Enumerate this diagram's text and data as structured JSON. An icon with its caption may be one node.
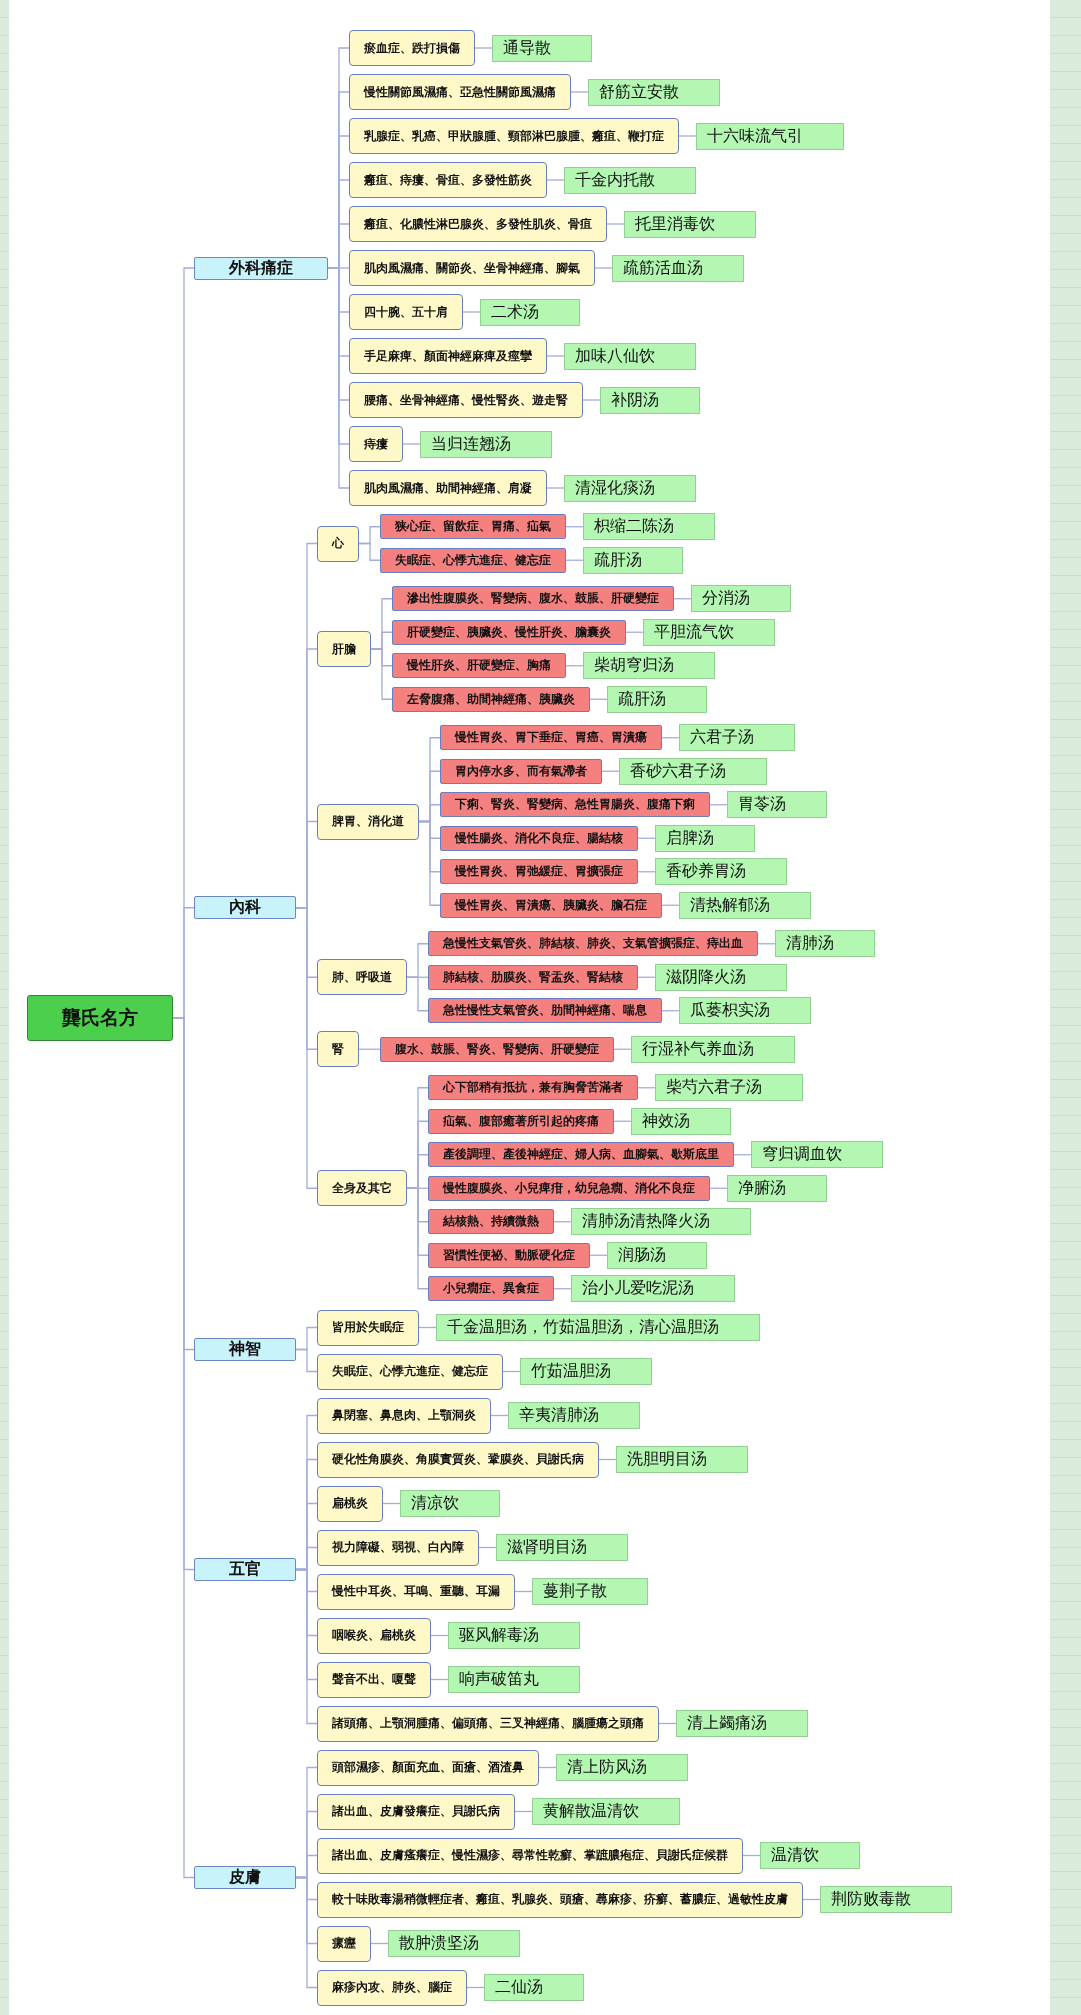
{
  "diagram": {
    "nodes": [
      {
        "text": [
          "龔氏名方"
        ]
      },
      {
        "text": [
          "外科痛症"
        ]
      },
      {
        "text": [
          "瘀血症、跌打損傷"
        ]
      },
      {
        "text": [
          "通导散"
        ]
      },
      {
        "text": [
          "慢性關節風濕痛、亞急性關節風濕痛"
        ]
      },
      {
        "text": [
          "舒筋立安散"
        ]
      },
      {
        "text": [
          "乳腺症、乳癌、甲狀腺腫、頸部淋巴腺腫、癰疽、鞭打症"
        ]
      },
      {
        "text": [
          "十六味流气引"
        ]
      },
      {
        "text": [
          "癰疽、痔瘻、骨疽、多發性筋炎"
        ]
      },
      {
        "text": [
          "千金内托散"
        ]
      },
      {
        "text": [
          "癰疽、化膿性淋巴腺炎、多發性肌炎、骨疽"
        ]
      },
      {
        "text": [
          "托里消毒饮"
        ]
      },
      {
        "text": [
          "肌肉風濕痛、關節炎、坐骨神經痛、腳氣"
        ]
      },
      {
        "text": [
          "疏筋活血汤"
        ]
      },
      {
        "text": [
          "四十腕、五十肩"
        ]
      },
      {
        "text": [
          "二术汤"
        ]
      },
      {
        "text": [
          "手足麻痺、顏面神經麻痺及痙攣"
        ]
      },
      {
        "text": [
          "加味八仙饮"
        ]
      },
      {
        "text": [
          "腰痛、坐骨神經痛、慢性腎炎、遊走腎"
        ]
      },
      {
        "text": [
          "补阴汤"
        ]
      },
      {
        "text": [
          "痔瘻"
        ]
      },
      {
        "text": [
          "当归连翘汤"
        ]
      },
      {
        "text": [
          "肌肉風濕痛、助間神經痛、肩凝"
        ]
      },
      {
        "text": [
          "清湿化痰汤"
        ]
      },
      {
        "text": [
          "內科"
        ]
      },
      {
        "text": [
          "心"
        ]
      },
      {
        "text": [
          "狭心症、留飲症、胃痛、疝氣"
        ]
      },
      {
        "text": [
          "枳缩二陈汤"
        ]
      },
      {
        "text": [
          "失眠症、心悸亢進症、健忘症"
        ]
      },
      {
        "text": [
          "疏肝汤"
        ]
      },
      {
        "text": [
          "肝膽"
        ]
      },
      {
        "text": [
          "滲出性腹膜炎、腎變病、腹水、鼓脹、肝硬變症"
        ]
      },
      {
        "text": [
          "分消汤"
        ]
      },
      {
        "text": [
          "肝硬變症、胰臟炎、慢性肝炎、膽囊炎"
        ]
      },
      {
        "text": [
          "平胆流气饮"
        ]
      },
      {
        "text": [
          "慢性肝炎、肝硬變症、胸痛"
        ]
      },
      {
        "text": [
          "柴胡穹归汤"
        ]
      },
      {
        "text": [
          "左脅腹痛、助間神經痛、胰臟炎"
        ]
      },
      {
        "text": [
          "疏肝汤"
        ]
      },
      {
        "text": [
          "脾胃、消化道"
        ]
      },
      {
        "text": [
          "慢性胃炎、胃下垂症、胃癌、胃潰瘍"
        ]
      },
      {
        "text": [
          "六君子汤"
        ]
      },
      {
        "text": [
          "胃內停水多、而有氣滯者"
        ]
      },
      {
        "text": [
          "香砂六君子汤"
        ]
      },
      {
        "text": [
          "下痢、腎炎、腎變病、急性胃腸炎、腹痛下痢"
        ]
      },
      {
        "text": [
          "胃苓汤"
        ]
      },
      {
        "text": [
          "慢性腸炎、消化不良症、腸結核"
        ]
      },
      {
        "text": [
          "启脾汤"
        ]
      },
      {
        "text": [
          "慢性胃炎、胃弛緩症、胃擴張症"
        ]
      },
      {
        "text": [
          "香砂养胃汤"
        ]
      },
      {
        "text": [
          "慢性胃炎、胃潰瘍、胰臟炎、膽石症"
        ]
      },
      {
        "text": [
          "清热解郁汤"
        ]
      },
      {
        "text": [
          "肺、呼吸道"
        ]
      },
      {
        "text": [
          "急慢性支氣管炎、肺結核、肺炎、支氣管擴張症、痔出血"
        ]
      },
      {
        "text": [
          "清肺汤"
        ]
      },
      {
        "text": [
          "肺結核、肋膜炎、腎盂炎、腎結核"
        ]
      },
      {
        "text": [
          "滋阴降火汤"
        ]
      },
      {
        "text": [
          "急性慢性支氣管炎、肋間神經痛、喘息"
        ]
      },
      {
        "text": [
          "瓜蒌枳实汤"
        ]
      },
      {
        "text": [
          "腎"
        ]
      },
      {
        "text": [
          "腹水、鼓脹、腎炎、腎變病、肝硬變症"
        ]
      },
      {
        "text": [
          "行湿补气养血汤"
        ]
      },
      {
        "text": [
          "全身及其它"
        ]
      },
      {
        "text": [
          "心下部稍有抵抗，兼有胸脅苦滿者"
        ]
      },
      {
        "text": [
          "柴芍六君子汤"
        ]
      },
      {
        "text": [
          "疝氣、腹部癒著所引起的疼痛"
        ]
      },
      {
        "text": [
          "神效汤"
        ]
      },
      {
        "text": [
          "產後調理、產後神經症、婦人病、血腳氣、歇斯底里"
        ]
      },
      {
        "text": [
          "穹归调血饮"
        ]
      },
      {
        "text": [
          "慢性腹膜炎、小兒痺疳，幼兒急癇、消化不良症"
        ]
      },
      {
        "text": [
          "净腑汤"
        ]
      },
      {
        "text": [
          "結核熱、持續微熱"
        ]
      },
      {
        "text": [
          "清肺汤清热降火汤"
        ]
      },
      {
        "text": [
          "習慣性便祕、動脈硬化症"
        ]
      },
      {
        "text": [
          "润肠汤"
        ]
      },
      {
        "text": [
          "小兒癇症、異食症"
        ]
      },
      {
        "text": [
          "治小儿爱吃泥汤"
        ]
      },
      {
        "text": [
          "神智"
        ]
      },
      {
        "text": [
          "皆用於失眠症"
        ]
      },
      {
        "text": [
          "千金温胆汤，竹茹温胆汤，清心温胆汤"
        ]
      },
      {
        "text": [
          "失眠症、心悸亢進症、健忘症"
        ]
      },
      {
        "text": [
          "竹茹温胆汤"
        ]
      },
      {
        "text": [
          "五官"
        ]
      },
      {
        "text": [
          "鼻閉塞、鼻息肉、上顎洞炎"
        ]
      },
      {
        "text": [
          "辛夷清肺汤"
        ]
      },
      {
        "text": [
          "硬化性角膜炎、角膜實質炎、鞏膜炎、貝謝氏病"
        ]
      },
      {
        "text": [
          "洗胆明目汤"
        ]
      },
      {
        "text": [
          "扁桃炎"
        ]
      },
      {
        "text": [
          "清凉饮"
        ]
      },
      {
        "text": [
          "視力障礙、弱視、白內障"
        ]
      },
      {
        "text": [
          "滋肾明目汤"
        ]
      },
      {
        "text": [
          "慢性中耳炎、耳鳴、重聽、耳漏"
        ]
      },
      {
        "text": [
          "蔓荆子散"
        ]
      },
      {
        "text": [
          "咽喉炎、扁桃炎"
        ]
      },
      {
        "text": [
          "驱风解毒汤"
        ]
      },
      {
        "text": [
          "聲音不出、嗄聲"
        ]
      },
      {
        "text": [
          "响声破笛丸"
        ]
      },
      {
        "text": [
          "諸頭痛、上顎洞腫痛、偏頭痛、三叉神經痛、腦腫瘍之頭痛"
        ]
      },
      {
        "text": [
          "清上蠲痛汤"
        ]
      },
      {
        "text": [
          "皮膚"
        ]
      },
      {
        "text": [
          "頭部濕疹、顏面充血、面瘡、酒渣鼻"
        ]
      },
      {
        "text": [
          "清上防风汤"
        ]
      },
      {
        "text": [
          "諸出血、皮膚發癢症、貝謝氏病"
        ]
      },
      {
        "text": [
          "黄解散温清饮"
        ]
      },
      {
        "text": [
          "諸出血、皮膚瘙癢症、慢性濕疹、尋常性乾癬、掌蹠膿疱症、貝謝氏症候群"
        ]
      },
      {
        "text": [
          "温清饮"
        ]
      },
      {
        "text": [
          "較十味敗毒湯稍微輕症者、癰疽、乳腺炎、頭瘡、蕁麻疹、疥癬、蓄膿症、過敏性皮膚"
        ]
      },
      {
        "text": [
          "荆防败毒散"
        ]
      },
      {
        "text": [
          "瘰癧"
        ]
      },
      {
        "text": [
          "散肿溃坚汤"
        ]
      },
      {
        "text": [
          "麻疹內攻、肺炎、腦症"
        ]
      },
      {
        "text": [
          "二仙汤"
        ]
      }
    ],
    "edges": [
      {
        "from": 0,
        "to": 1,
        "arrow": "none"
      },
      {
        "from": 1,
        "to": 2,
        "arrow": "none"
      },
      {
        "from": 2,
        "to": 3,
        "arrow": "none"
      },
      {
        "from": 1,
        "to": 4,
        "arrow": "none"
      },
      {
        "from": 4,
        "to": 5,
        "arrow": "none"
      },
      {
        "from": 1,
        "to": 6,
        "arrow": "none"
      },
      {
        "from": 6,
        "to": 7,
        "arrow": "none"
      },
      {
        "from": 1,
        "to": 8,
        "arrow": "none"
      },
      {
        "from": 8,
        "to": 9,
        "arrow": "none"
      },
      {
        "from": 1,
        "to": 10,
        "arrow": "none"
      },
      {
        "from": 10,
        "to": 11,
        "arrow": "none"
      },
      {
        "from": 1,
        "to": 12,
        "arrow": "none"
      },
      {
        "from": 12,
        "to": 13,
        "arrow": "none"
      },
      {
        "from": 1,
        "to": 14,
        "arrow": "none"
      },
      {
        "from": 14,
        "to": 15,
        "arrow": "none"
      },
      {
        "from": 1,
        "to": 16,
        "arrow": "none"
      },
      {
        "from": 16,
        "to": 17,
        "arrow": "none"
      },
      {
        "from": 1,
        "to": 18,
        "arrow": "none"
      },
      {
        "from": 18,
        "to": 19,
        "arrow": "none"
      },
      {
        "from": 1,
        "to": 20,
        "arrow": "none"
      },
      {
        "from": 20,
        "to": 21,
        "arrow": "none"
      },
      {
        "from": 1,
        "to": 22,
        "arrow": "none"
      },
      {
        "from": 22,
        "to": 23,
        "arrow": "none"
      },
      {
        "from": 0,
        "to": 24,
        "arrow": "none"
      },
      {
        "from": 24,
        "to": 25,
        "arrow": "none"
      },
      {
        "from": 25,
        "to": 26,
        "arrow": "none"
      },
      {
        "from": 26,
        "to": 27,
        "arrow": "none"
      },
      {
        "from": 25,
        "to": 28,
        "arrow": "none"
      },
      {
        "from": 28,
        "to": 29,
        "arrow": "none"
      },
      {
        "from": 24,
        "to": 30,
        "arrow": "none"
      },
      {
        "from": 30,
        "to": 31,
        "arrow": "none"
      },
      {
        "from": 31,
        "to": 32,
        "arrow": "none"
      },
      {
        "from": 30,
        "to": 33,
        "arrow": "none"
      },
      {
        "from": 33,
        "to": 34,
        "arrow": "none"
      },
      {
        "from": 30,
        "to": 35,
        "arrow": "none"
      },
      {
        "from": 35,
        "to": 36,
        "arrow": "none"
      },
      {
        "from": 30,
        "to": 37,
        "arrow": "none"
      },
      {
        "from": 37,
        "to": 38,
        "arrow": "none"
      },
      {
        "from": 24,
        "to": 39,
        "arrow": "none"
      },
      {
        "from": 39,
        "to": 40,
        "arrow": "none"
      },
      {
        "from": 40,
        "to": 41,
        "arrow": "none"
      },
      {
        "from": 39,
        "to": 42,
        "arrow": "none"
      },
      {
        "from": 42,
        "to": 43,
        "arrow": "none"
      },
      {
        "from": 39,
        "to": 44,
        "arrow": "none"
      },
      {
        "from": 44,
        "to": 45,
        "arrow": "none"
      },
      {
        "from": 39,
        "to": 46,
        "arrow": "none"
      },
      {
        "from": 46,
        "to": 47,
        "arrow": "none"
      },
      {
        "from": 39,
        "to": 48,
        "arrow": "none"
      },
      {
        "from": 48,
        "to": 49,
        "arrow": "none"
      },
      {
        "from": 39,
        "to": 50,
        "arrow": "none"
      },
      {
        "from": 50,
        "to": 51,
        "arrow": "none"
      },
      {
        "from": 24,
        "to": 52,
        "arrow": "none"
      },
      {
        "from": 52,
        "to": 53,
        "arrow": "none"
      },
      {
        "from": 53,
        "to": 54,
        "arrow": "none"
      },
      {
        "from": 52,
        "to": 55,
        "arrow": "none"
      },
      {
        "from": 55,
        "to": 56,
        "arrow": "none"
      },
      {
        "from": 52,
        "to": 57,
        "arrow": "none"
      },
      {
        "from": 57,
        "to": 58,
        "arrow": "none"
      },
      {
        "from": 24,
        "to": 59,
        "arrow": "none"
      },
      {
        "from": 59,
        "to": 60,
        "arrow": "none"
      },
      {
        "from": 60,
        "to": 61,
        "arrow": "none"
      },
      {
        "from": 24,
        "to": 62,
        "arrow": "none"
      },
      {
        "from": 62,
        "to": 63,
        "arrow": "none"
      },
      {
        "from": 63,
        "to": 64,
        "arrow": "none"
      },
      {
        "from": 62,
        "to": 65,
        "arrow": "none"
      },
      {
        "from": 65,
        "to": 66,
        "arrow": "none"
      },
      {
        "from": 62,
        "to": 67,
        "arrow": "none"
      },
      {
        "from": 67,
        "to": 68,
        "arrow": "none"
      },
      {
        "from": 62,
        "to": 69,
        "arrow": "none"
      },
      {
        "from": 69,
        "to": 70,
        "arrow": "none"
      },
      {
        "from": 62,
        "to": 71,
        "arrow": "none"
      },
      {
        "from": 71,
        "to": 72,
        "arrow": "none"
      },
      {
        "from": 62,
        "to": 73,
        "arrow": "none"
      },
      {
        "from": 73,
        "to": 74,
        "arrow": "none"
      },
      {
        "from": 62,
        "to": 75,
        "arrow": "none"
      },
      {
        "from": 75,
        "to": 76,
        "arrow": "none"
      },
      {
        "from": 0,
        "to": 77,
        "arrow": "none"
      },
      {
        "from": 77,
        "to": 78,
        "arrow": "none"
      },
      {
        "from": 78,
        "to": 79,
        "arrow": "none"
      },
      {
        "from": 77,
        "to": 80,
        "arrow": "none"
      },
      {
        "from": 80,
        "to": 81,
        "arrow": "none"
      },
      {
        "from": 0,
        "to": 82,
        "arrow": "none"
      },
      {
        "from": 82,
        "to": 83,
        "arrow": "none"
      },
      {
        "from": 83,
        "to": 84,
        "arrow": "none"
      },
      {
        "from": 82,
        "to": 85,
        "arrow": "none"
      },
      {
        "from": 85,
        "to": 86,
        "arrow": "none"
      },
      {
        "from": 82,
        "to": 87,
        "arrow": "none"
      },
      {
        "from": 87,
        "to": 88,
        "arrow": "none"
      },
      {
        "from": 82,
        "to": 89,
        "arrow": "none"
      },
      {
        "from": 89,
        "to": 90,
        "arrow": "none"
      },
      {
        "from": 82,
        "to": 91,
        "arrow": "none"
      },
      {
        "from": 91,
        "to": 92,
        "arrow": "none"
      },
      {
        "from": 82,
        "to": 93,
        "arrow": "none"
      },
      {
        "from": 93,
        "to": 94,
        "arrow": "none"
      },
      {
        "from": 82,
        "to": 95,
        "arrow": "none"
      },
      {
        "from": 95,
        "to": 96,
        "arrow": "none"
      },
      {
        "from": 82,
        "to": 97,
        "arrow": "none"
      },
      {
        "from": 97,
        "to": 98,
        "arrow": "none"
      },
      {
        "from": 0,
        "to": 99,
        "arrow": "none"
      },
      {
        "from": 99,
        "to": 100,
        "arrow": "none"
      },
      {
        "from": 100,
        "to": 101,
        "arrow": "none"
      },
      {
        "from": 99,
        "to": 102,
        "arrow": "none"
      },
      {
        "from": 102,
        "to": 103,
        "arrow": "none"
      },
      {
        "from": 99,
        "to": 104,
        "arrow": "none"
      },
      {
        "from": 104,
        "to": 105,
        "arrow": "none"
      },
      {
        "from": 99,
        "to": 106,
        "arrow": "none"
      },
      {
        "from": 106,
        "to": 107,
        "arrow": "none"
      },
      {
        "from": 99,
        "to": 108,
        "arrow": "none"
      },
      {
        "from": 108,
        "to": 109,
        "arrow": "none"
      },
      {
        "from": 99,
        "to": 110,
        "arrow": "none"
      },
      {
        "from": 110,
        "to": 111,
        "arrow": "none"
      }
    ]
  }
}
